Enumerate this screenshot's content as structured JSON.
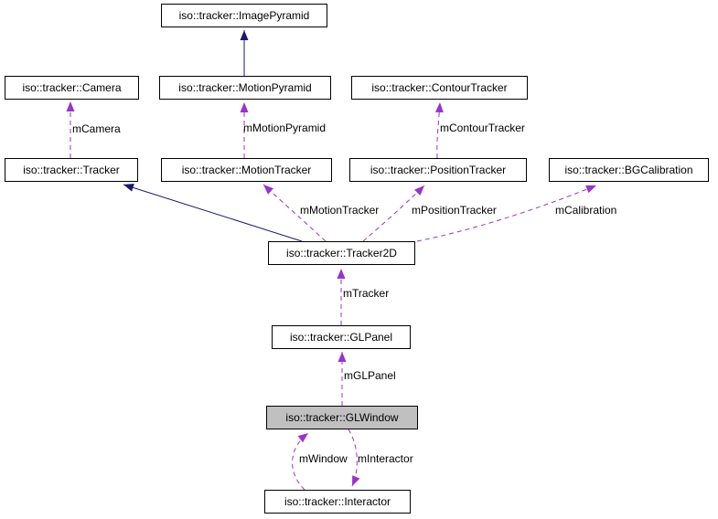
{
  "diagram": {
    "kind": "class-collaboration-graph",
    "colors": {
      "background": "#ffffff",
      "node_border": "#000000",
      "node_fill": "#ffffff",
      "highlight_node_fill": "#c0c0c0",
      "text": "#000000",
      "inheritance_edge": "#191970",
      "collaboration_edge": "#9a32cc"
    },
    "nodes": {
      "image_pyramid": {
        "label": "iso::tracker::ImagePyramid"
      },
      "camera": {
        "label": "iso::tracker::Camera"
      },
      "motion_pyramid": {
        "label": "iso::tracker::MotionPyramid"
      },
      "contour_tracker": {
        "label": "iso::tracker::ContourTracker"
      },
      "tracker": {
        "label": "iso::tracker::Tracker"
      },
      "motion_tracker": {
        "label": "iso::tracker::MotionTracker"
      },
      "position_tracker": {
        "label": "iso::tracker::PositionTracker"
      },
      "bg_calibration": {
        "label": "iso::tracker::BGCalibration"
      },
      "tracker2d": {
        "label": "iso::tracker::Tracker2D"
      },
      "glpanel": {
        "label": "iso::tracker::GLPanel"
      },
      "glwindow": {
        "label": "iso::tracker::GLWindow",
        "highlighted": true
      },
      "interactor": {
        "label": "iso::tracker::Interactor"
      }
    },
    "edge_labels": {
      "camera": "mCamera",
      "motion_pyramid": "mMotionPyramid",
      "contour_tracker": "mContourTracker",
      "motion_tracker": "mMotionTracker",
      "position_tracker": "mPositionTracker",
      "calibration": "mCalibration",
      "tracker": "mTracker",
      "glpanel": "mGLPanel",
      "window": "mWindow",
      "interactor": "mInteractor"
    },
    "edges": [
      {
        "from": "motion_pyramid",
        "to": "image_pyramid",
        "type": "inheritance",
        "label": null
      },
      {
        "from": "tracker2d",
        "to": "tracker",
        "type": "inheritance",
        "label": null
      },
      {
        "from": "tracker",
        "to": "camera",
        "type": "collaboration",
        "label": "mCamera"
      },
      {
        "from": "motion_tracker",
        "to": "motion_pyramid",
        "type": "collaboration",
        "label": "mMotionPyramid"
      },
      {
        "from": "position_tracker",
        "to": "contour_tracker",
        "type": "collaboration",
        "label": "mContourTracker"
      },
      {
        "from": "tracker2d",
        "to": "motion_tracker",
        "type": "collaboration",
        "label": "mMotionTracker"
      },
      {
        "from": "tracker2d",
        "to": "position_tracker",
        "type": "collaboration",
        "label": "mPositionTracker"
      },
      {
        "from": "tracker2d",
        "to": "bg_calibration",
        "type": "collaboration",
        "label": "mCalibration"
      },
      {
        "from": "glpanel",
        "to": "tracker2d",
        "type": "collaboration",
        "label": "mTracker"
      },
      {
        "from": "glwindow",
        "to": "glpanel",
        "type": "collaboration",
        "label": "mGLPanel"
      },
      {
        "from": "interactor",
        "to": "glwindow",
        "type": "collaboration",
        "label": "mWindow"
      },
      {
        "from": "glwindow",
        "to": "interactor",
        "type": "collaboration",
        "label": "mInteractor"
      }
    ]
  }
}
